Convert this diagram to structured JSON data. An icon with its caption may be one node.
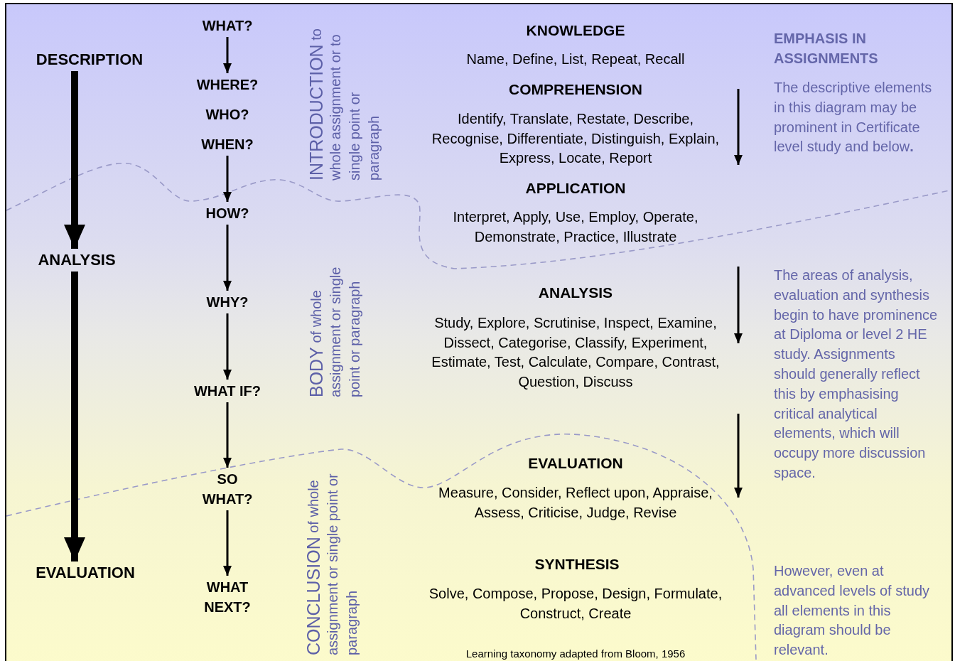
{
  "diagram": {
    "nodes": [
      {
        "text": [
          "DESCRIPTION"
        ]
      },
      {
        "text": [
          "ANALYSIS"
        ]
      },
      {
        "text": [
          "EVALUATION"
        ]
      },
      {
        "text": [
          "WHAT?"
        ]
      },
      {
        "text": [
          "WHERE?"
        ]
      },
      {
        "text": [
          "WHO?"
        ]
      },
      {
        "text": [
          "WHEN?"
        ]
      },
      {
        "text": [
          "HOW?"
        ]
      },
      {
        "text": [
          "WHY?"
        ]
      },
      {
        "text": [
          "WHAT IF?"
        ]
      },
      {
        "text": [
          "SO WHAT?"
        ]
      },
      {
        "text": [
          "WHAT NEXT?"
        ]
      }
    ],
    "edges": [
      {
        "from": 0,
        "to": 1,
        "arrow": "to",
        "style": "thick"
      },
      {
        "from": 1,
        "to": 2,
        "arrow": "to",
        "style": "thick"
      },
      {
        "from": 3,
        "to": 4,
        "arrow": "to"
      },
      {
        "from": 6,
        "to": 7,
        "arrow": "to"
      },
      {
        "from": 7,
        "to": 8,
        "arrow": "to"
      },
      {
        "from": 8,
        "to": 9,
        "arrow": "to"
      },
      {
        "from": 9,
        "to": 10,
        "arrow": "to"
      },
      {
        "from": 10,
        "to": 11,
        "arrow": "to"
      }
    ],
    "labels": [
      "KNOWLEDGE",
      "Name, Define, List, Repeat, Recall",
      "COMPREHENSION",
      "Identify, Translate, Restate, Describe, Recognise, Differentiate, Distinguish, Explain, Express, Locate, Report",
      "APPLICATION",
      "Interpret, Apply, Use, Employ, Operate, Demonstrate, Practice, Illustrate",
      "ANALYSIS",
      "Study, Explore, Scrutinise, Inspect, Examine, Dissect, Categorise, Classify, Experiment, Estimate, Test, Calculate, Compare, Contrast, Question, Discuss",
      "EVALUATION",
      "Measure, Consider, Reflect upon, Appraise, Assess, Criticise, Judge, Revise",
      "SYNTHESIS",
      "Solve, Compose, Propose, Design, Formulate, Construct, Create",
      "Learning taxonomy adapted from Bloom, 1956",
      "INTRODUCTION to whole assignment or to single point or paragraph",
      "BODY of whole assignment or single point or paragraph",
      "CONCLUSION of whole assignment or single point or paragraph",
      "EMPHASIS IN ASSIGNMENTS",
      "The descriptive elements in this diagram may be prominent in Certificate level study and below**.**",
      "The areas of analysis, evaluation and synthesis begin to have prominence at Diploma or level 2 HE study. Assignments should generally reflect this by emphasising critical analytical elements, which will occupy more discussion space.",
      "However, even at advanced levels of study all elements in this diagram should be relevant."
    ]
  }
}
